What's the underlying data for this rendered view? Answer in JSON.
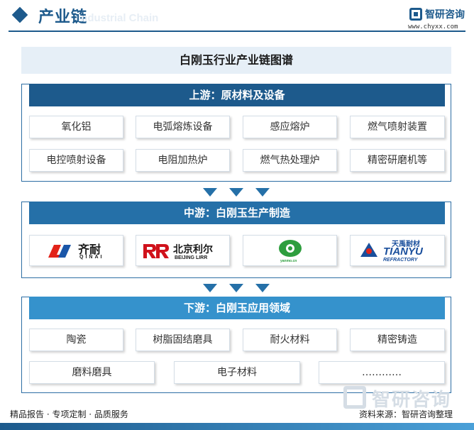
{
  "header": {
    "title": "产业链",
    "subtitle_en": "Industrial Chain",
    "brand_name": "智研咨询",
    "brand_url": "www.chyxx.com"
  },
  "main_title": "白刚玉行业产业链图谱",
  "upstream": {
    "title": "上游：原材料及设备",
    "items": [
      "氧化铝",
      "电弧熔炼设备",
      "感应熔炉",
      "燃气喷射装置",
      "电控喷射设备",
      "电阻加热炉",
      "燃气热处理炉",
      "精密研磨机等"
    ]
  },
  "midstream": {
    "title": "中游：白刚玉生产制造",
    "logos": [
      {
        "name": "齐耐",
        "sub": "QINAI"
      },
      {
        "name": "北京利尔",
        "sub": "BEIJING LIRR"
      },
      {
        "name": "yanmo.cn",
        "sub": ""
      },
      {
        "name": "天禹耐材",
        "sub": "TIANYU",
        "sub2": "REFRACTORY"
      }
    ]
  },
  "downstream": {
    "title": "下游：白刚玉应用领域",
    "row1": [
      "陶瓷",
      "树脂固结磨具",
      "耐火材料",
      "精密铸造"
    ],
    "row2": [
      "磨料磨具",
      "电子材料",
      "…………"
    ]
  },
  "footer": {
    "left": "精品报告 · 专项定制 · 品质服务",
    "right": "资料来源：智研咨询整理",
    "watermark": "智研咨询"
  },
  "colors": {
    "primary": "#1d5a8c",
    "mid": "#2570a8",
    "light": "#3592cc",
    "panel_bg": "#e6eff7"
  }
}
